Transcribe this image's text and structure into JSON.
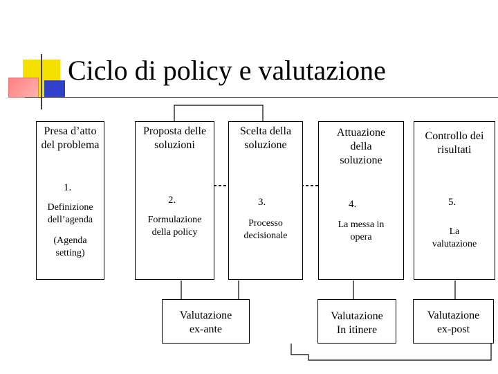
{
  "title": "Ciclo di policy e valutazione",
  "stages": [
    {
      "top": "Presa d’atto\ndel problema",
      "number": "1.",
      "sub": "Definizione\ndell’agenda",
      "extra": "(Agenda\nsetting)"
    },
    {
      "top": "Proposta delle\nsoluzioni",
      "number": "2.",
      "sub": "Formulazione\ndella policy"
    },
    {
      "top": "Scelta della\nsoluzione",
      "number": "3.",
      "sub": "Processo\ndecisionale"
    },
    {
      "top": "Attuazione\ndella\nsoluzione",
      "number": "4.",
      "sub": "La messa in\nopera"
    },
    {
      "top": "Controllo dei\nrisultati",
      "number": "5.",
      "sub": "La\nvalutazione"
    }
  ],
  "evaluations": [
    {
      "label": "Valutazione\nex-ante"
    },
    {
      "label": "Valutazione\nIn itinere"
    },
    {
      "label": "Valutazione\nex-post"
    }
  ],
  "colors": {
    "deco_yellow": "#f6e000",
    "deco_red": "#ff8080",
    "deco_blue": "#3040c8",
    "lines": "#000000"
  }
}
